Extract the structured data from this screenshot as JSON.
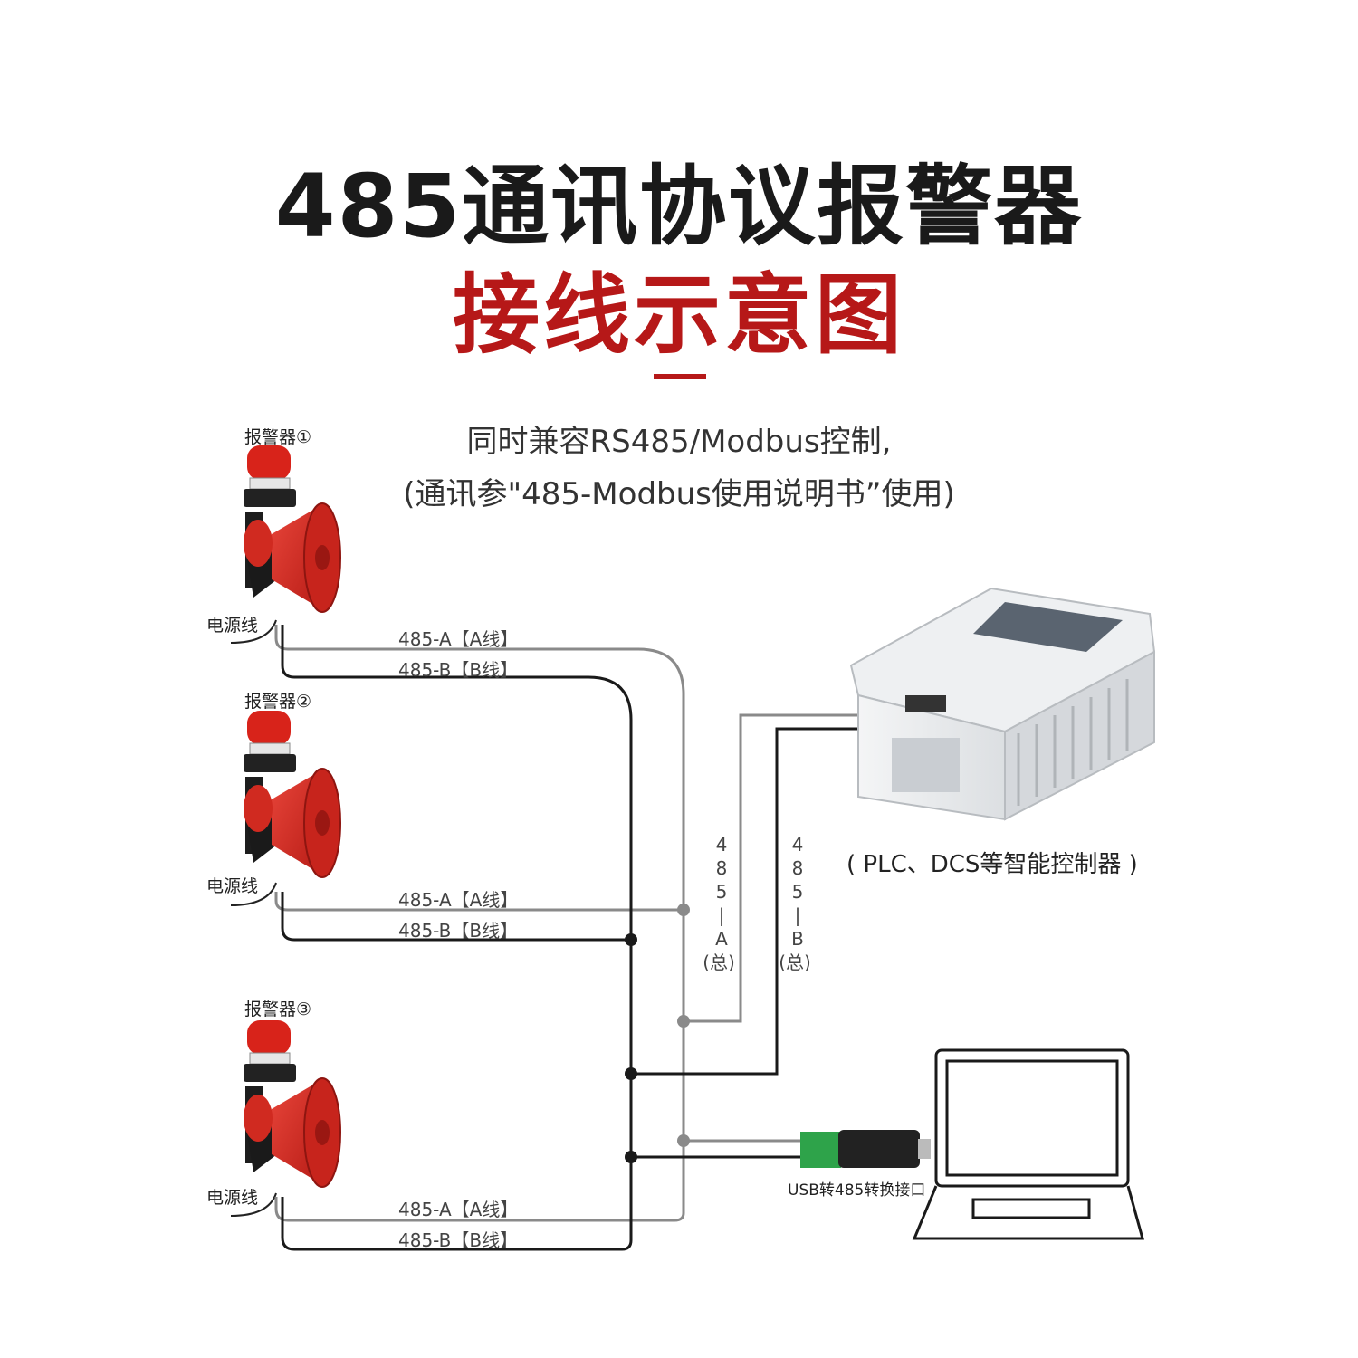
{
  "title": {
    "line1": "485通讯协议报警器",
    "line2": "接线示意图",
    "accent_color": "#b61818"
  },
  "subtitle": {
    "line1": "同时兼容RS485/Modbus控制,",
    "line2": "(通讯参\"485-Modbus使用说明书”使用)"
  },
  "alarms": [
    {
      "label": "报警器①",
      "power": "电源线",
      "wire_a": "485-A【A线】",
      "wire_b": "485-B【B线】"
    },
    {
      "label": "报警器②",
      "power": "电源线",
      "wire_a": "485-A【A线】",
      "wire_b": "485-B【B线】"
    },
    {
      "label": "报警器③",
      "power": "电源线",
      "wire_a": "485-A【A线】",
      "wire_b": "485-B【B线】"
    }
  ],
  "bus": {
    "a": [
      "4",
      "8",
      "5",
      "|",
      "A",
      "(总)"
    ],
    "b": [
      "4",
      "8",
      "5",
      "|",
      "B",
      "(总)"
    ]
  },
  "plc_label": "( PLC、DCS等智能控制器 )",
  "usb_label": "USB转485转换接口"
}
